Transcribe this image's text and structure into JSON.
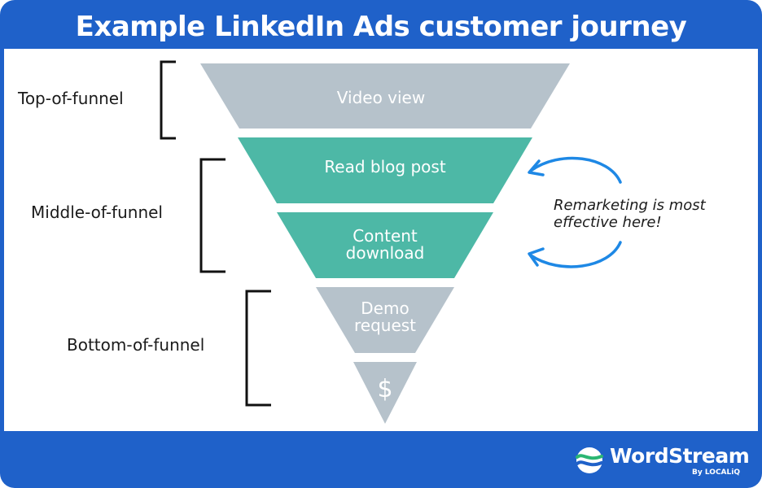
{
  "title": "Example LinkedIn Ads customer journey",
  "stages": [
    {
      "label": "Top-of-funnel"
    },
    {
      "label": "Middle-of-funnel"
    },
    {
      "label": "Bottom-of-funnel"
    }
  ],
  "segments": [
    {
      "lines": [
        "Video view"
      ],
      "color": "#b6c2cb"
    },
    {
      "lines": [
        "Read blog post"
      ],
      "color": "#4db8a6"
    },
    {
      "lines": [
        "Content",
        "download"
      ],
      "color": "#4db8a6"
    },
    {
      "lines": [
        "Demo",
        "request"
      ],
      "color": "#b6c2cb"
    },
    {
      "lines": [
        "$"
      ],
      "color": "#b6c2cb"
    }
  ],
  "note": {
    "line1": "Remarketing is most",
    "line2": "effective here!"
  },
  "colors": {
    "frame": "#1f61c9",
    "arrow": "#1e88e5",
    "bracket": "#111111"
  },
  "logo": {
    "name": "WordStream",
    "sub": "By LOCALiQ"
  }
}
